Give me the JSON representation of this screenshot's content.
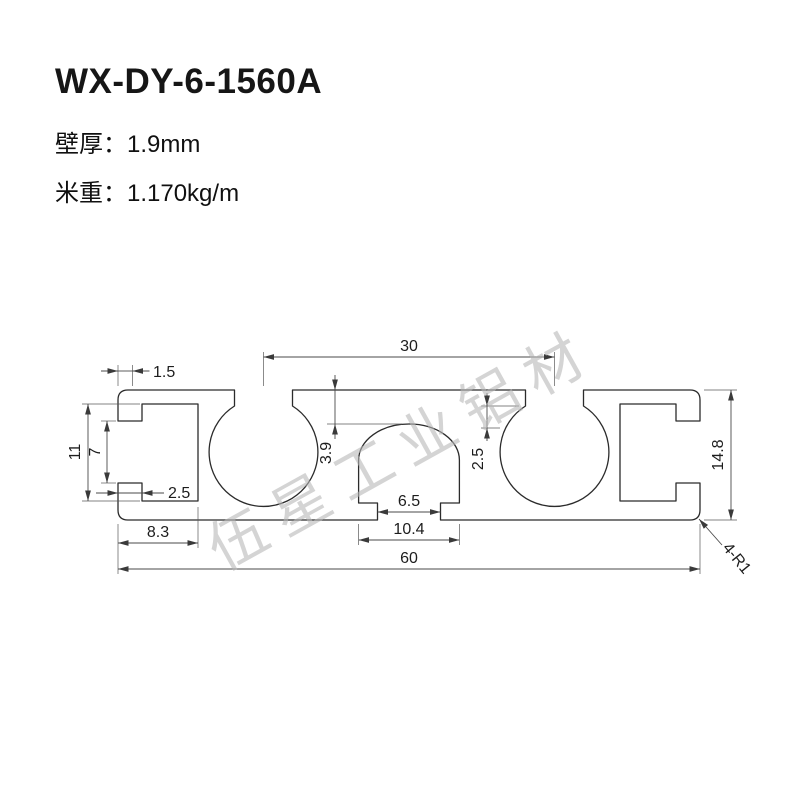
{
  "header": {
    "title": "WX-DY-6-1560A",
    "specs": [
      {
        "label": "壁厚：",
        "value": "1.9mm"
      },
      {
        "label": "米重：",
        "value": "1.170kg/m"
      }
    ]
  },
  "watermark": {
    "text": "伍星工业铝材",
    "color": "#b8b8b8"
  },
  "drawing": {
    "line_color": "#2b2b2b",
    "dimension_color": "#4a4a4a",
    "dimensions": {
      "top_lip_width": "1.5",
      "slot_center_spacing": "30",
      "side_slot_cavity_height": "11",
      "side_slot_opening_height": "7",
      "side_slot_wall_thickness": "2.5",
      "center_arch_depth": "3.9",
      "tslot_lip_thickness": "2.5",
      "overall_height": "14.8",
      "bottom_slot_opening_width": "6.5",
      "bottom_slot_cavity_width": "10.4",
      "side_slot_depth": "8.3",
      "overall_width": "60",
      "corner_radius": "4-R1"
    }
  }
}
